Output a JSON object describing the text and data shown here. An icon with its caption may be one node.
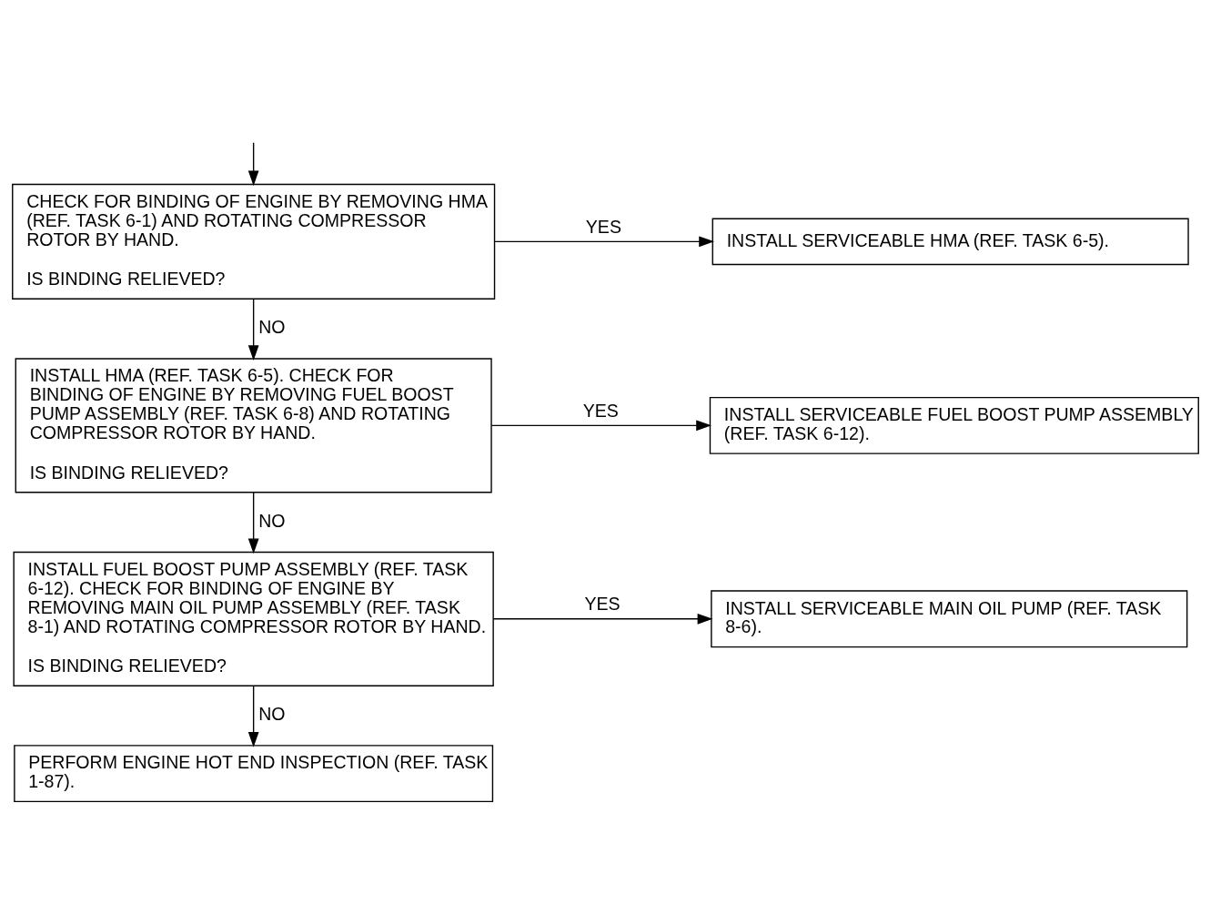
{
  "diagram": {
    "nodes": [
      {
        "text": [
          "CHECK FOR BINDING OF ENGINE BY REMOVING HMA (REF. TASK 6-1) AND ROTATING COMPRESSOR ROTOR BY HAND.",
          "IS BINDING RELIEVED?"
        ]
      },
      {
        "text": [
          "INSTALL SERVICEABLE HMA (REF. TASK 6-5)."
        ]
      },
      {
        "text": [
          "INSTALL HMA (REF. TASK 6-5). CHECK FOR BINDING OF ENGINE BY REMOVING FUEL BOOST PUMP ASSEMBLY (REF. TASK 6-8) AND ROTATING COMPRESSOR ROTOR BY HAND.",
          "IS BINDING RELIEVED?"
        ]
      },
      {
        "text": [
          "INSTALL SERVICEABLE FUEL BOOST PUMP ASSEMBLY (REF. TASK 6-12)."
        ]
      },
      {
        "text": [
          "INSTALL FUEL BOOST PUMP ASSEMBLY (REF. TASK 6-12). CHECK FOR BINDING OF ENGINE BY REMOVING MAIN OIL PUMP ASSEMBLY (REF. TASK 8-1) AND ROTATING COMPRESSOR ROTOR BY HAND.",
          "IS BINDING RELIEVED?"
        ]
      },
      {
        "text": [
          "INSTALL SERVICEABLE MAIN OIL PUMP (REF. TASK 8-6)."
        ]
      },
      {
        "text": [
          "PERFORM ENGINE HOT END INSPECTION (REF. TASK 1-87)."
        ]
      }
    ],
    "edges": [
      {
        "from": null,
        "to": 0,
        "arrow": "to"
      },
      {
        "from": 0,
        "to": 1,
        "arrow": "to",
        "label": "YES"
      },
      {
        "from": 0,
        "to": 2,
        "arrow": "to",
        "label": "NO"
      },
      {
        "from": 2,
        "to": 3,
        "arrow": "to",
        "label": "YES"
      },
      {
        "from": 2,
        "to": 4,
        "arrow": "to",
        "label": "NO"
      },
      {
        "from": 4,
        "to": 5,
        "arrow": "to",
        "label": "YES"
      },
      {
        "from": 4,
        "to": 6,
        "arrow": "to",
        "label": "NO"
      }
    ]
  }
}
